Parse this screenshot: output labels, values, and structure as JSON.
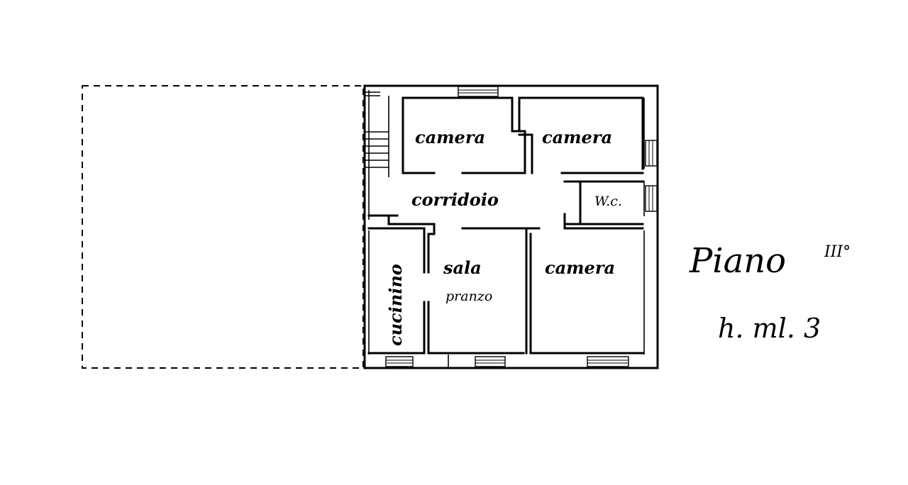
{
  "rooms": {
    "camera_top_left": "camera",
    "camera_top_right": "camera",
    "corridoio": "corridoio",
    "wc": "W.c.",
    "cucinino": "cucinino",
    "sala": "sala",
    "pranzo": "pranzo",
    "camera_bottom_right": "camera"
  },
  "annotations": {
    "floor": "Piano",
    "floor_number": "III°",
    "height": "h. ml. 3"
  }
}
